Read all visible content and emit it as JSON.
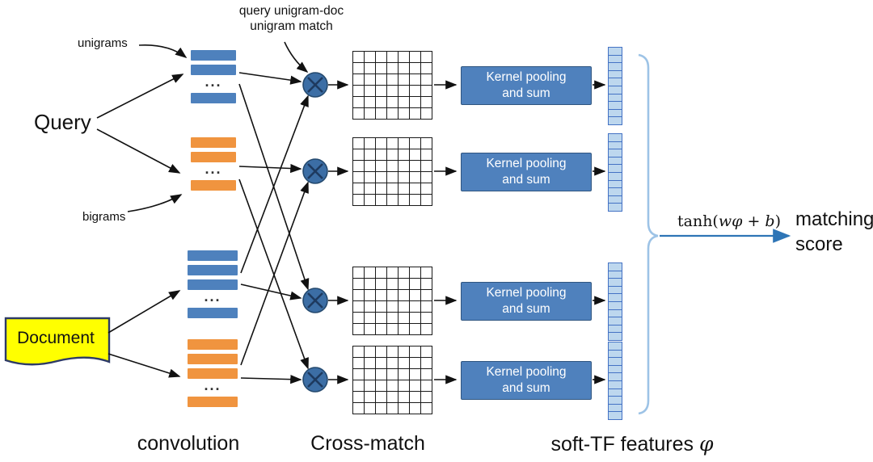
{
  "labels": {
    "query": "Query",
    "document": "Document",
    "unigrams": "unigrams",
    "bigrams": "bigrams",
    "annotation_line1": "query unigram-doc",
    "annotation_line2": "unigram match",
    "ellipsis": "...",
    "convolution": "convolution",
    "cross_match": "Cross-match",
    "soft_tf_prefix": "soft-TF features ",
    "phi": "φ",
    "formula_fn": "tanh(",
    "formula_vars": "wφ + b",
    "formula_close": ")",
    "matching_line1": "matching",
    "matching_line2": "score"
  },
  "kernel_box": {
    "line1": "Kernel pooling",
    "line2": "and sum"
  },
  "grid": {
    "rows": 6,
    "cols": 7
  },
  "feature_bar": {
    "cells": 10
  },
  "colors": {
    "unigram_bar": "#4E81BD",
    "bigram_bar": "#F0943F",
    "kernel_box_fill": "#4F81BD",
    "kernel_box_border": "#2F5580",
    "cross_node_fill": "#3C6EA5",
    "feature_cell_fill": "#BDD7EE",
    "feature_cell_border": "#4472C4",
    "document_fill": "#FFFF00",
    "brace": "#9DC3E6",
    "score_arrow": "#2E75B6",
    "arrow": "#111111"
  }
}
